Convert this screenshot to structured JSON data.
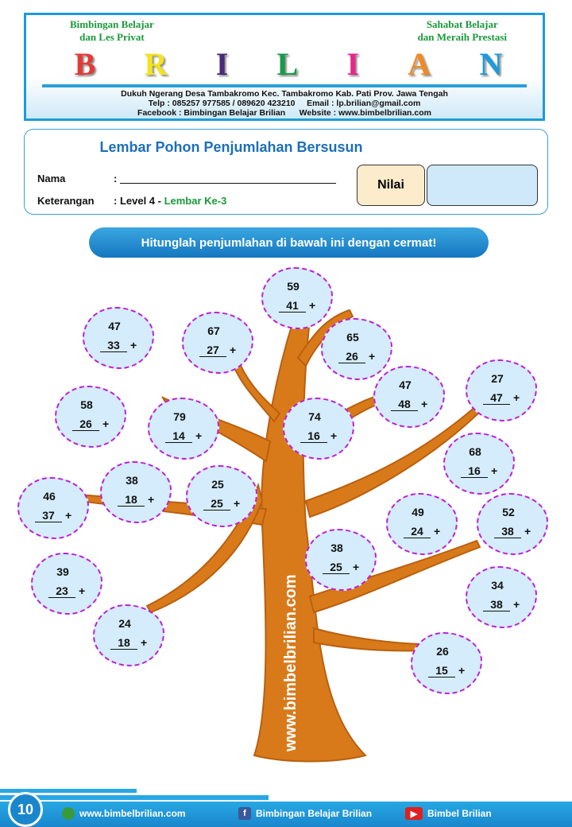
{
  "header": {
    "left_tagline": [
      "Bimbingan Belajar",
      "dan Les Privat"
    ],
    "right_tagline": [
      "Sahabat Belajar",
      "dan Meraih Prestasi"
    ],
    "logo_letters": [
      {
        "c": "B",
        "color": "#e53935"
      },
      {
        "c": "R",
        "color": "#f5e31a"
      },
      {
        "c": "I",
        "color": "#4a2a7a"
      },
      {
        "c": "L",
        "color": "#1a9a4a"
      },
      {
        "c": "I",
        "color": "#e8268a"
      },
      {
        "c": "A",
        "color": "#f08a24"
      },
      {
        "c": "N",
        "color": "#1e9bd7"
      }
    ],
    "address": "Dukuh Ngerang Desa Tambakromo Kec. Tambakromo Kab. Pati Prov. Jawa Tengah",
    "contact": "Telp : 085257 977585 / 089620 423210     Email : lp.brilian@gmail.com",
    "social": "Facebook : Bimbingan Belajar Brilian      Website : www.bimbelbrilian.com"
  },
  "info": {
    "title": "Lembar Pohon Penjumlahan Bersusun",
    "name_label": "Nama",
    "colon": ":",
    "note_label": "Keterangan",
    "note_value": ": Level 4 - ",
    "note_sheet": "Lembar Ke-3",
    "score_label": "Nilai"
  },
  "instruction": "Hitunglah penjumlahan di bawah ini dengan cermat!",
  "trunk_text": "www.bimbelbrilian.com",
  "problems": [
    {
      "a": "47",
      "b": "33"
    },
    {
      "a": "67",
      "b": "27"
    },
    {
      "a": "59",
      "b": "41"
    },
    {
      "a": "65",
      "b": "26"
    },
    {
      "a": "27",
      "b": "47"
    },
    {
      "a": "58",
      "b": "26"
    },
    {
      "a": "79",
      "b": "14"
    },
    {
      "a": "74",
      "b": "16"
    },
    {
      "a": "47",
      "b": "48"
    },
    {
      "a": "68",
      "b": "16"
    },
    {
      "a": "46",
      "b": "37"
    },
    {
      "a": "38",
      "b": "18"
    },
    {
      "a": "25",
      "b": "25"
    },
    {
      "a": "49",
      "b": "24"
    },
    {
      "a": "52",
      "b": "38"
    },
    {
      "a": "38",
      "b": "25"
    },
    {
      "a": "39",
      "b": "23"
    },
    {
      "a": "34",
      "b": "38"
    },
    {
      "a": "24",
      "b": "18"
    },
    {
      "a": "26",
      "b": "15"
    }
  ],
  "operator": "+",
  "footer": {
    "page": "10",
    "website": "www.bimbelbrilian.com",
    "facebook": "Bimbingan Belajar Brilian",
    "youtube": "Bimbel Brilian"
  }
}
